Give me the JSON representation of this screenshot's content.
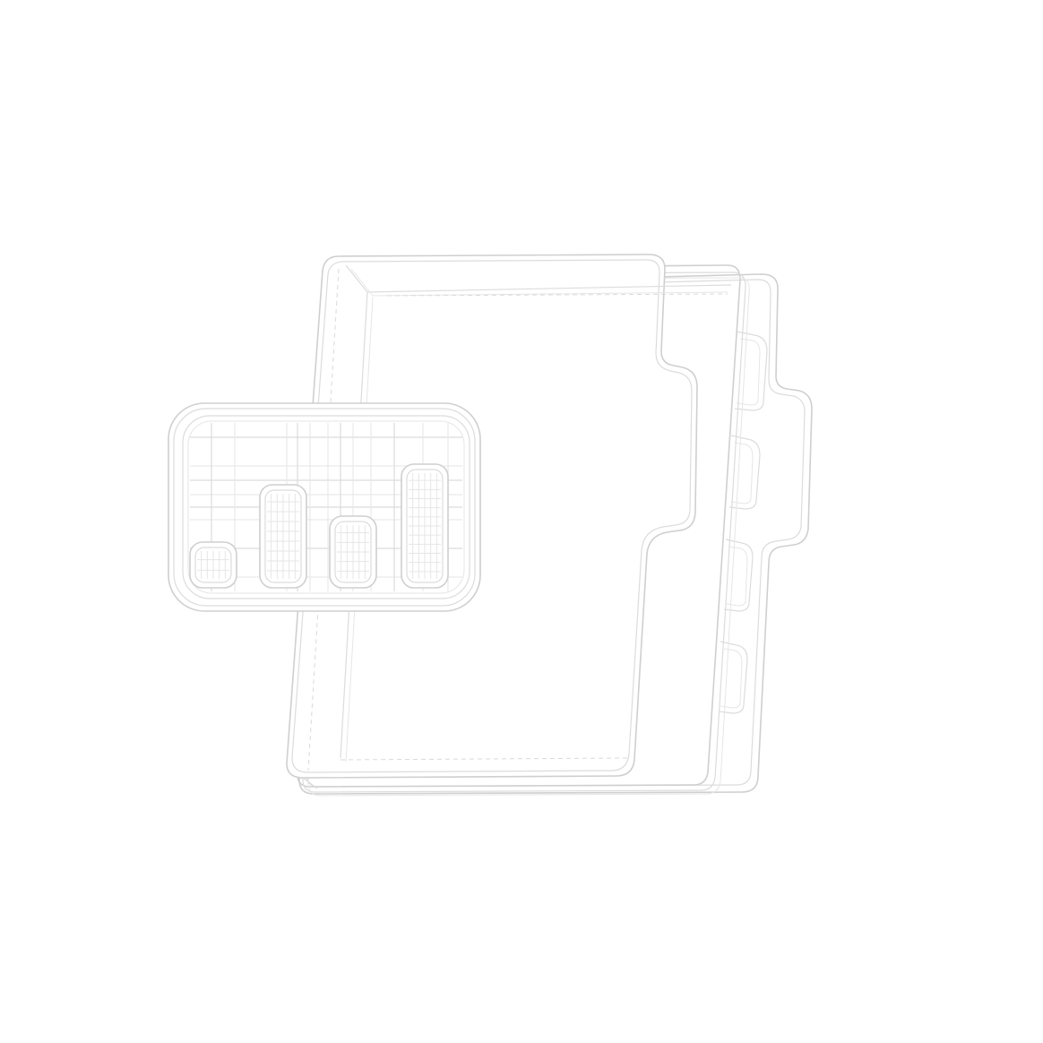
{
  "illustration": {
    "subject": "folder-with-tabs-and-bar-chart-card",
    "style": "wireframe-outline",
    "background_color": "#ffffff",
    "stroke_color": "#cfcfcf",
    "folder": {
      "tabs_count": 4
    },
    "chart_card": {
      "bar_levels": [
        0.32,
        0.72,
        0.5,
        0.86
      ]
    }
  }
}
